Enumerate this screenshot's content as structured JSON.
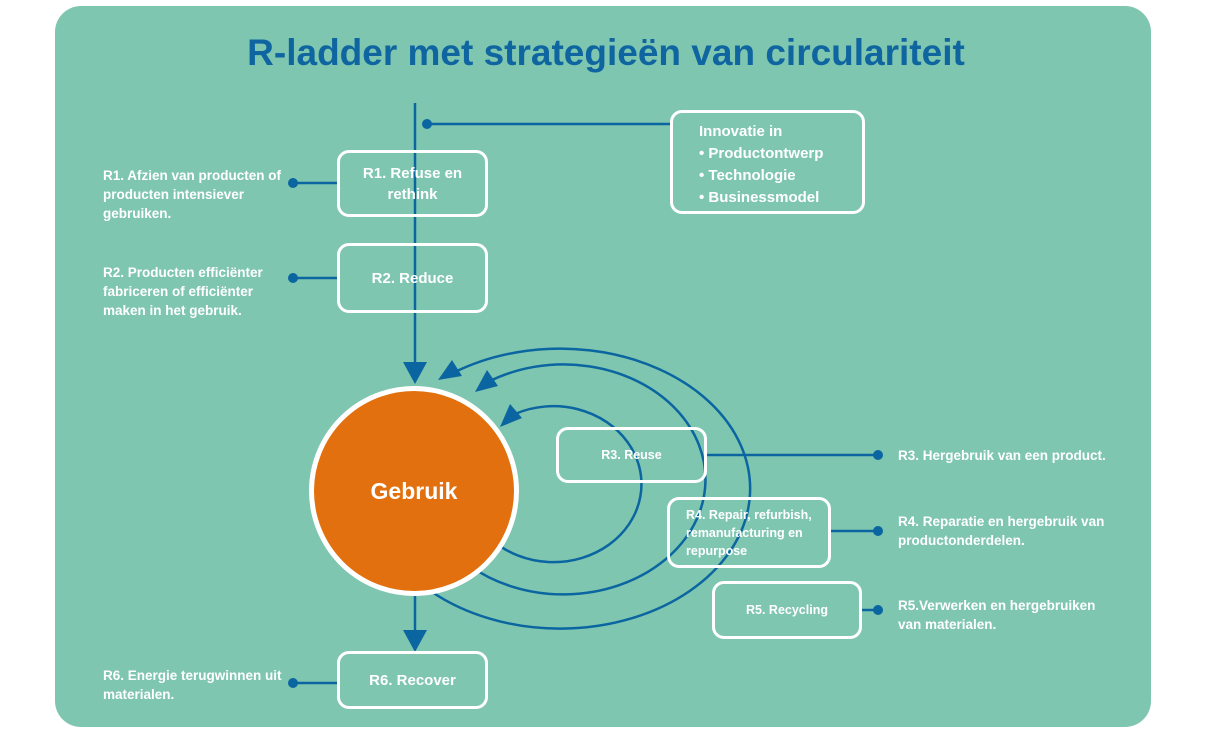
{
  "title": "R-ladder met strategieën van circulariteit",
  "center": "Gebruik",
  "innovation": {
    "heading": "Innovatie in",
    "items": [
      "• Productontwerp",
      "• Technologie",
      "• Businessmodel"
    ]
  },
  "boxes": {
    "r1": "R1. Refuse en rethink",
    "r2": "R2. Reduce",
    "r3": "R3. Reuse",
    "r4": "R4. Repair, refurbish, remanufacturing en repurpose",
    "r5": "R5. Recycling",
    "r6": "R6. Recover"
  },
  "descriptions": {
    "r1": "R1. Afzien van producten of producten intensiever gebruiken.",
    "r2": "R2. Producten efficiënter fabriceren of efficiënter maken in het gebruik.",
    "r3": "R3. Hergebruik van een product.",
    "r4": "R4. Reparatie en hergebruik van productonderdelen.",
    "r5": "R5.Verwerken en hergebruiken van materialen.",
    "r6": "R6. Energie terugwinnen uit materialen."
  },
  "colors": {
    "background": "#7fc6b0",
    "line": "#0a65a0",
    "center": "#e2700e",
    "title": "#0f65a0"
  }
}
